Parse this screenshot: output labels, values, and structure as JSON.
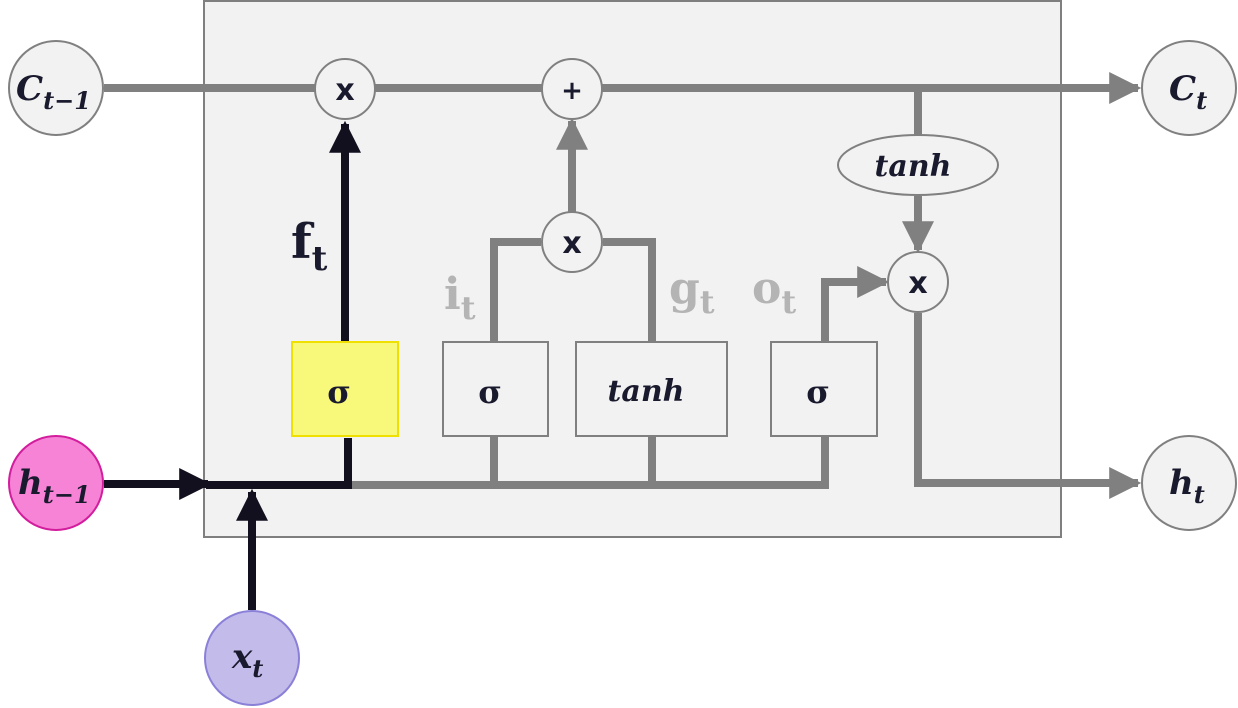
{
  "diagram": {
    "nodes": {
      "c_prev": {
        "main": "C",
        "sub": "t−1"
      },
      "c_next": {
        "main": "C",
        "sub": "t"
      },
      "h_prev": {
        "main": "h",
        "sub": "t−1"
      },
      "h_next": {
        "main": "h",
        "sub": "t"
      },
      "x_in": {
        "main": "x",
        "sub": "t"
      }
    },
    "operators": {
      "forget_mult": "x",
      "cell_add": "+",
      "input_mult": "x",
      "output_mult": "x",
      "cell_tanh": "tanh"
    },
    "gates": {
      "forget_sigma": "σ",
      "input_sigma": "σ",
      "candidate_tanh": "tanh",
      "output_sigma": "σ"
    },
    "labels": {
      "f": {
        "main": "f",
        "sub": "t"
      },
      "i": {
        "main": "i",
        "sub": "t"
      },
      "g": {
        "main": "g",
        "sub": "t"
      },
      "o": {
        "main": "o",
        "sub": "t"
      }
    },
    "colors": {
      "panel_fill": "#f2f2f2",
      "panel_stroke": "#7f7f7f",
      "gray_line": "#808080",
      "dark_line": "#12101f",
      "highlight_fill": "#f8f87a",
      "highlight_stroke": "#f0e000",
      "h_prev_fill": "#f783d6",
      "h_prev_stroke": "#d21d9d",
      "x_fill": "#c3bbea",
      "x_stroke": "#8a80d8",
      "label_gray": "#b4b4b4"
    }
  }
}
